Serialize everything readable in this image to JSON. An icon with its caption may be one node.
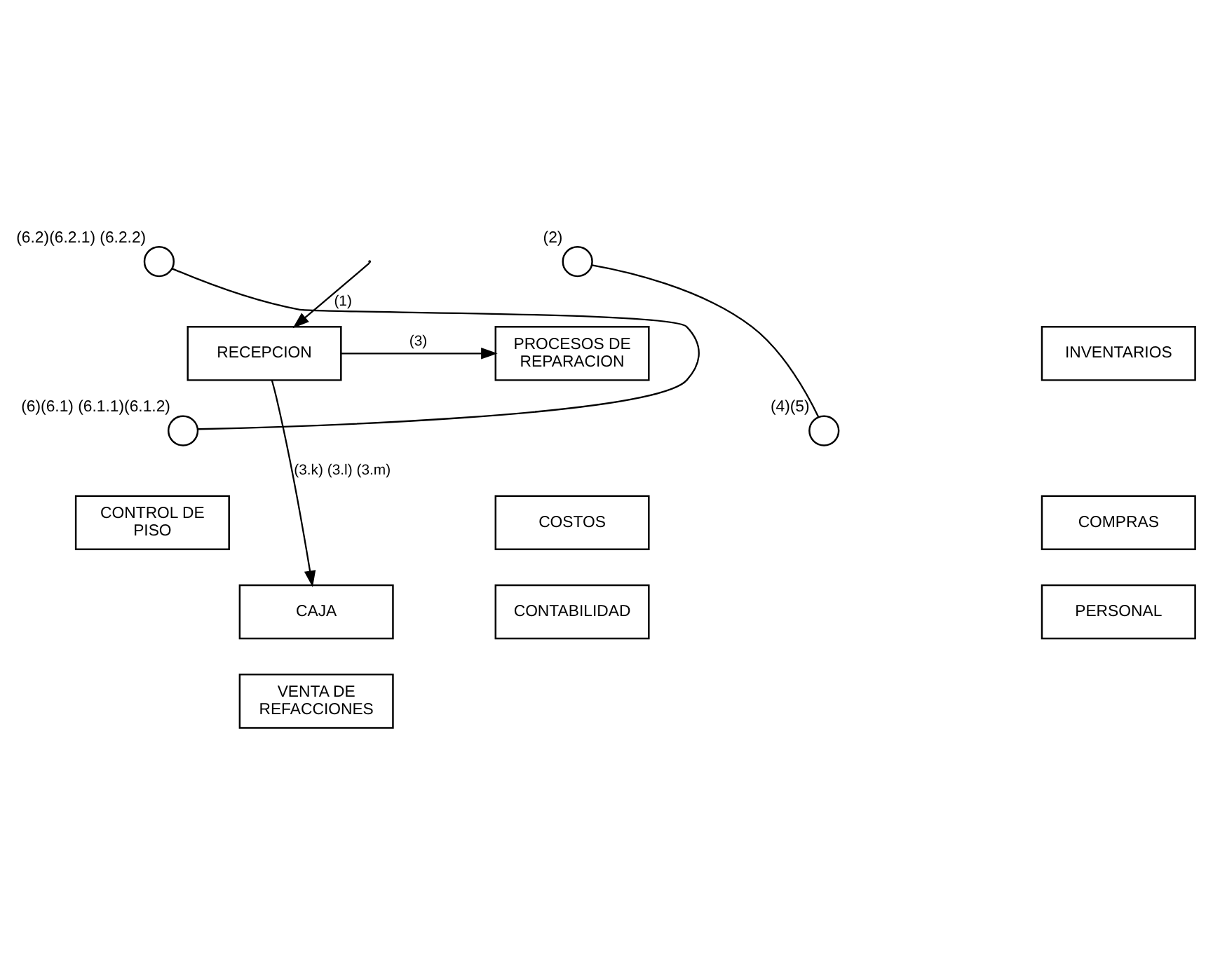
{
  "diagram": {
    "nodes": [
      {
        "text": [],
        "shape": "circle",
        "beside": [
          "(6.2)(6.2.1) (6.2.2)"
        ]
      },
      {
        "text": [],
        "shape": "circle",
        "beside": [
          "(2)"
        ]
      },
      {
        "text": [
          "INVENTARIOS"
        ]
      },
      {
        "text": [
          "RECEPCION"
        ]
      },
      {
        "text": [
          "PROCESOS DE REPARACION"
        ]
      },
      {
        "text": [],
        "shape": "circle",
        "beside": [
          "(6)(6.1) (6.1.1)(6.1.2)"
        ]
      },
      {
        "text": [],
        "shape": "circle",
        "beside": [
          "(4)(5)"
        ]
      },
      {
        "text": [
          "COMPRAS"
        ]
      },
      {
        "text": [
          "CONTROL DE PISO"
        ]
      },
      {
        "text": [
          "COSTOS"
        ]
      },
      {
        "text": [
          "PERSONAL"
        ]
      },
      {
        "text": [
          "CAJA"
        ]
      },
      {
        "text": [
          "CONTABILIDAD"
        ]
      },
      {
        "text": [
          "VENTA DE REFACCIONES"
        ]
      }
    ],
    "edges": [
      {
        "from": null,
        "to": 3,
        "arrow": "to",
        "label": "(1)"
      },
      {
        "from": 3,
        "to": 4,
        "arrow": "to",
        "label": "(3)"
      },
      {
        "from": 3,
        "to": 11,
        "arrow": "to",
        "label": "(3.k) (3.l) (3.m)"
      },
      {
        "from": 0,
        "to": 5,
        "arrow": "none"
      },
      {
        "from": 1,
        "to": 6,
        "arrow": "none"
      }
    ]
  }
}
